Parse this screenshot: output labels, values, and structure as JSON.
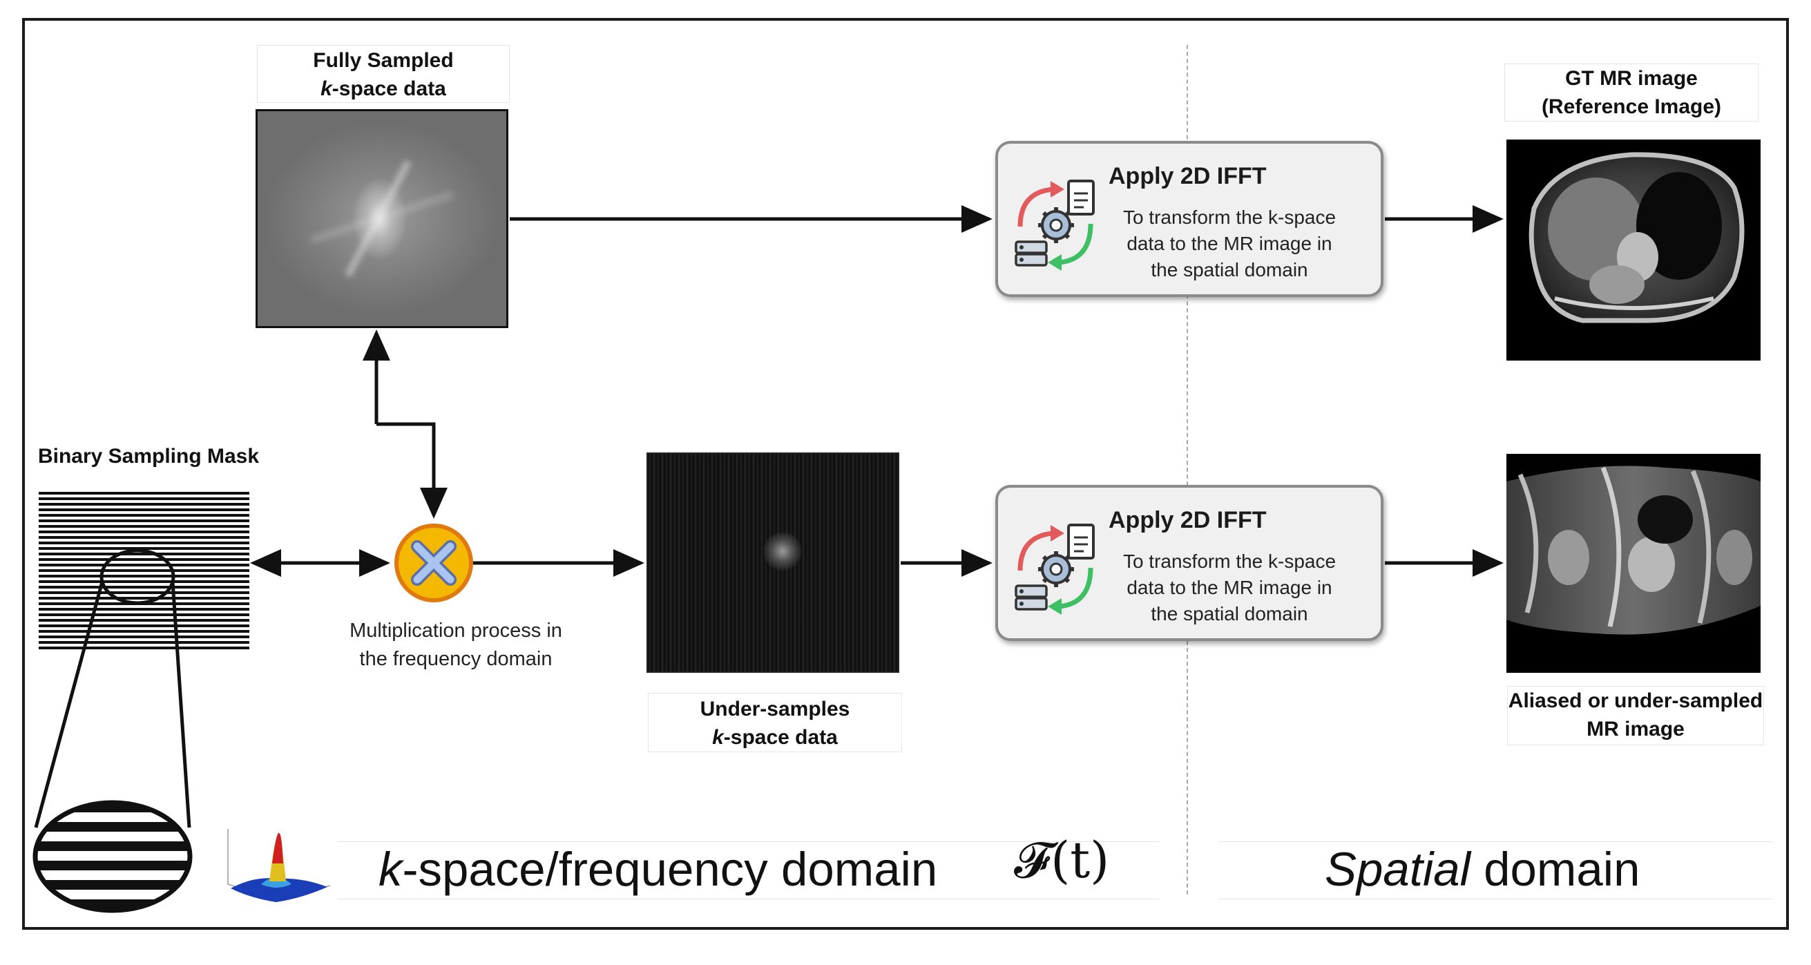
{
  "labels": {
    "fully_sampled_line1": "Fully Sampled",
    "fully_sampled_k": "k",
    "fully_sampled_line2_rest": "-space data",
    "binary_mask": "Binary Sampling Mask",
    "multiplication_line1": "Multiplication process in",
    "multiplication_line2": "the frequency domain",
    "under_line1": "Under-samples",
    "under_k": "k",
    "under_line2_rest": "-space data",
    "gt_line1": "GT MR image",
    "gt_line2": "(Reference Image)",
    "aliased_line1": "Aliased or under-sampled",
    "aliased_line2": "MR image"
  },
  "ifft_boxes": [
    {
      "title": "Apply  2D IFFT",
      "desc_line1": "To transform the k-space",
      "desc_line2": "data to the MR image in",
      "desc_line3": "the spatial domain"
    },
    {
      "title": "Apply  2D IFFT",
      "desc_line1": "To transform the k-space",
      "desc_line2": "data to the MR image in",
      "desc_line3": "the spatial domain"
    }
  ],
  "domains": {
    "kspace_k": "k",
    "kspace_rest": "-space/frequency domain",
    "fourier_symbol": "𝓕(t)",
    "spatial_italic": "Spatial",
    "spatial_rest": " domain"
  },
  "colors": {
    "multiply_circle": "#f5b800",
    "multiply_ring": "#e07a10",
    "multiply_cross": "#a9c4ee",
    "arrow": "#111111"
  }
}
